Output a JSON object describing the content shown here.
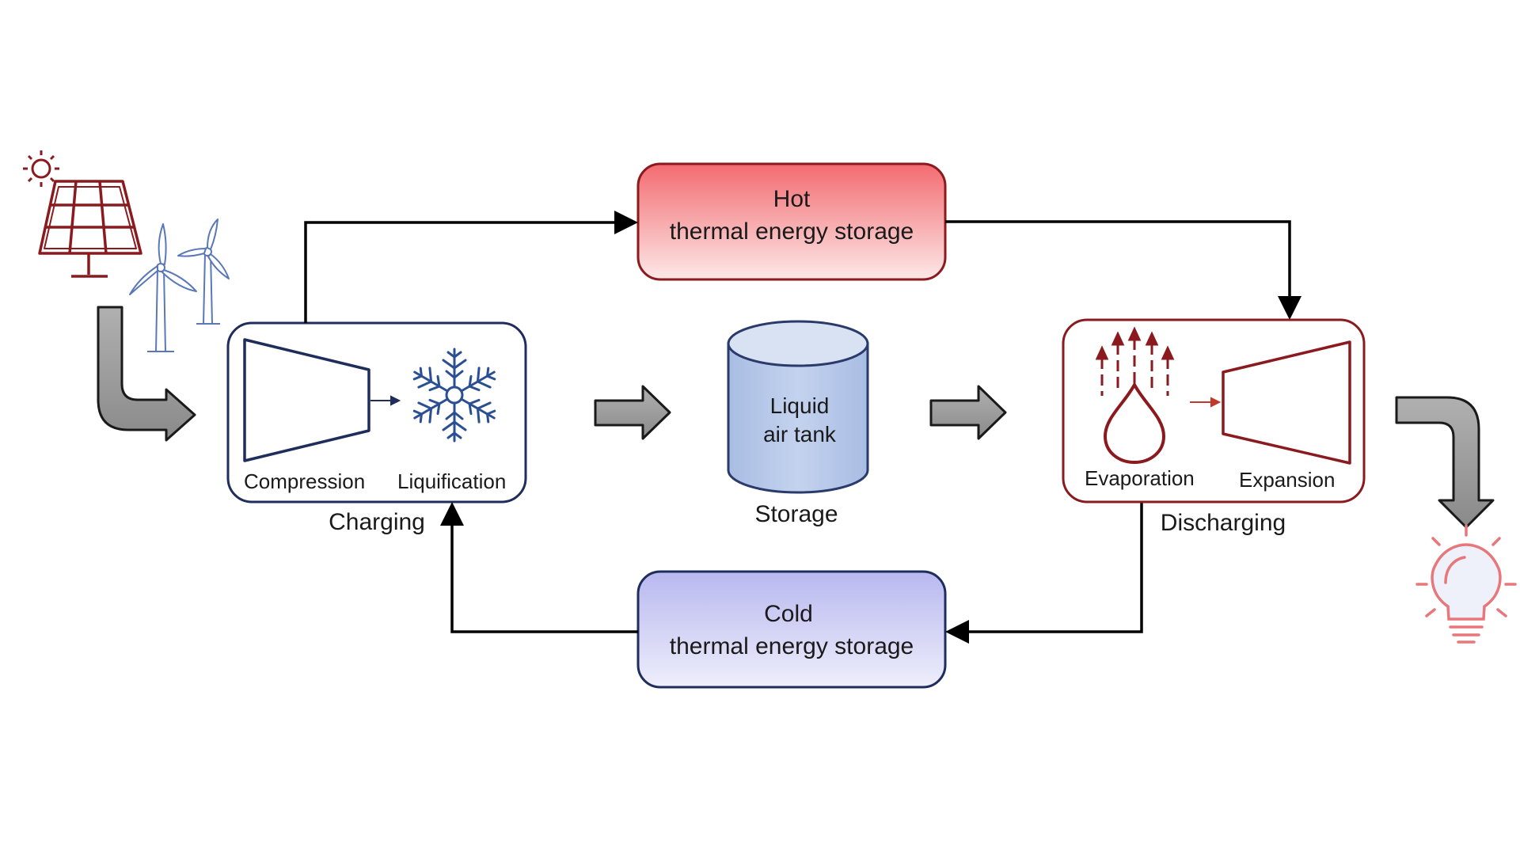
{
  "hot_storage": {
    "line1": "Hot",
    "line2": "thermal energy storage",
    "fill_top": "#f26b70",
    "fill_bottom": "#fde8e8",
    "stroke": "#8b1a1f"
  },
  "cold_storage": {
    "line1": "Cold",
    "line2": "thermal energy storage",
    "fill_top": "#b8b8f0",
    "fill_bottom": "#eeeefb",
    "stroke": "#1f2d5c"
  },
  "charging": {
    "compression": "Compression",
    "liquification": "Liquification",
    "caption": "Charging",
    "stroke": "#1f2d5c"
  },
  "storage": {
    "tank_line1": "Liquid",
    "tank_line2": "air tank",
    "caption": "Storage",
    "fill": "#b4c6e7",
    "stroke": "#2a3a6a"
  },
  "discharging": {
    "evaporation": "Evaporation",
    "expansion": "Expansion",
    "caption": "Discharging",
    "stroke": "#8b1a1f"
  },
  "icons": {
    "sun": "sun-icon",
    "solar_panel": "solar-panel-icon",
    "wind_turbine": "wind-turbine-icon",
    "snowflake": "snowflake-icon",
    "drop": "drop-icon",
    "light_bulb": "light-bulb-icon"
  },
  "colors": {
    "red": "#8b1a1f",
    "blue": "#2a3f7a",
    "gray_arrow": "#9a9a9a",
    "bulb": "#e8777c"
  }
}
